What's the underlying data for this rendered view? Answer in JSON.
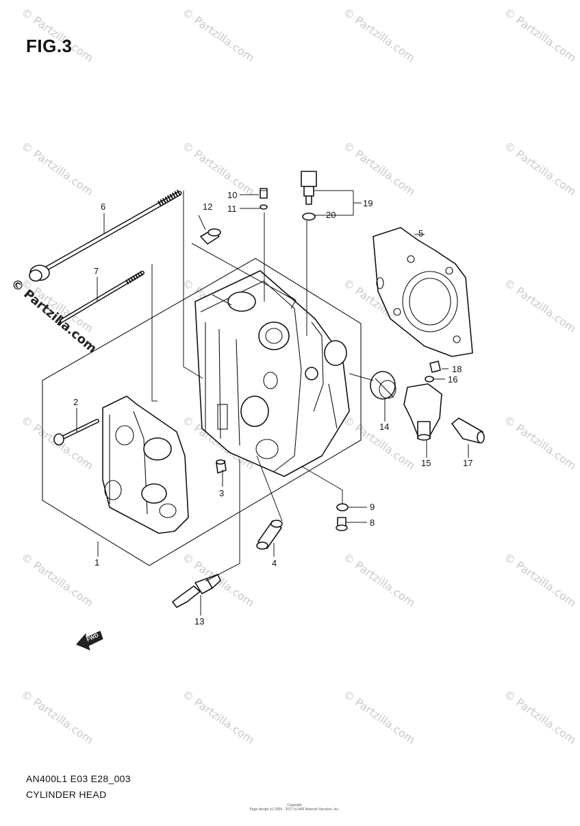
{
  "figure_title": "FIG.3",
  "footer": {
    "code": "AN400L1 E03 E28_003",
    "name": "CYLINDER HEAD"
  },
  "copyright_lines": [
    "Copyright",
    "Page design (c) 2004 - 2017 (c) ARI Network Services, Inc."
  ],
  "watermark_text": "© Partzilla.com",
  "fwd_label": "FWD",
  "callouts": [
    {
      "id": "1",
      "label": "1"
    },
    {
      "id": "2",
      "label": "2"
    },
    {
      "id": "3",
      "label": "3"
    },
    {
      "id": "4",
      "label": "4"
    },
    {
      "id": "5",
      "label": "5"
    },
    {
      "id": "6",
      "label": "6"
    },
    {
      "id": "7",
      "label": "7"
    },
    {
      "id": "8",
      "label": "8"
    },
    {
      "id": "9",
      "label": "9"
    },
    {
      "id": "10",
      "label": "10"
    },
    {
      "id": "11",
      "label": "11"
    },
    {
      "id": "12",
      "label": "12"
    },
    {
      "id": "13",
      "label": "13"
    },
    {
      "id": "14",
      "label": "14"
    },
    {
      "id": "15",
      "label": "15"
    },
    {
      "id": "16",
      "label": "16"
    },
    {
      "id": "17",
      "label": "17"
    },
    {
      "id": "18",
      "label": "18"
    },
    {
      "id": "19",
      "label": "19"
    },
    {
      "id": "20",
      "label": "20"
    }
  ]
}
